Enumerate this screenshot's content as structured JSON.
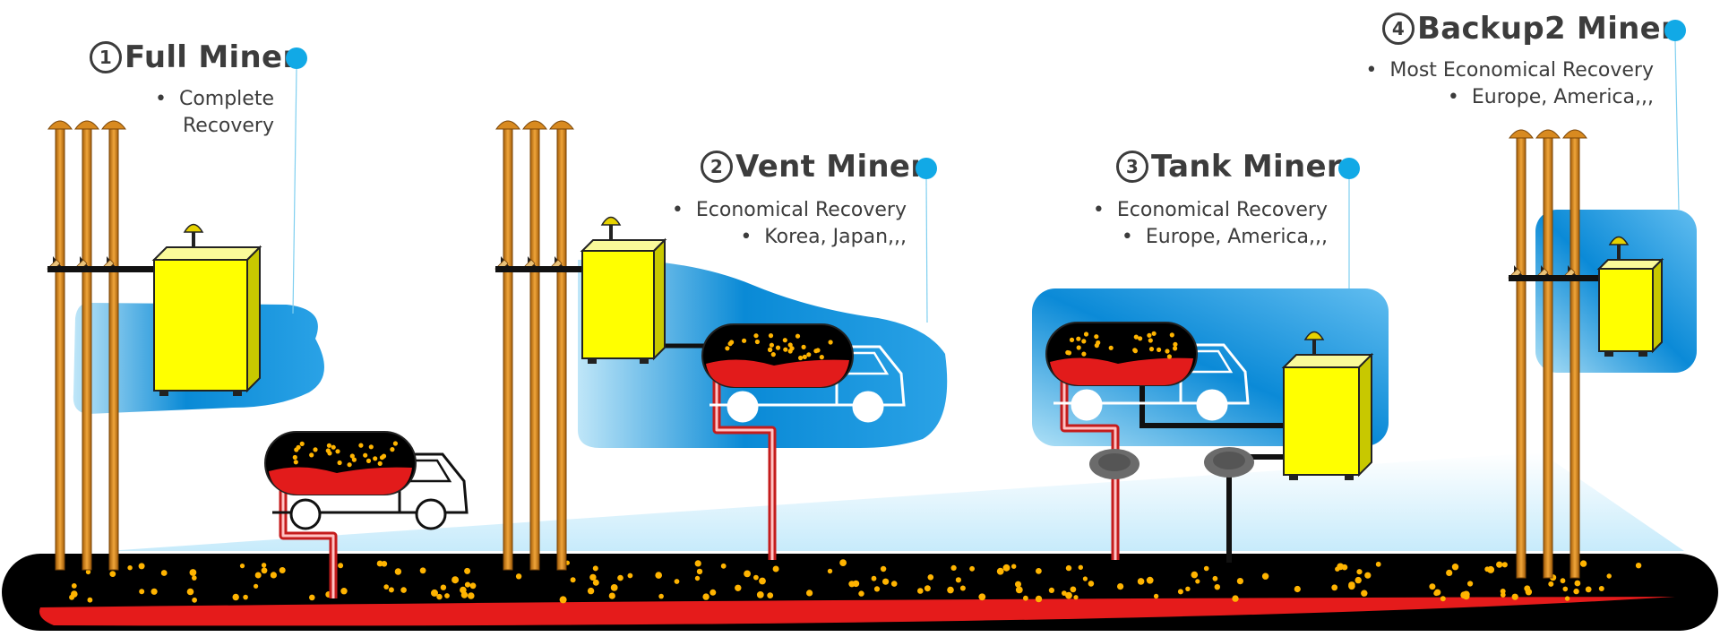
{
  "miners": [
    {
      "number": "1",
      "name": "Full Miner",
      "bullets": [
        "Complete",
        "Recovery"
      ]
    },
    {
      "number": "2",
      "name": "Vent Miner",
      "bullets": [
        "Economical Recovery",
        "Korea, Japan,,,"
      ]
    },
    {
      "number": "3",
      "name": "Tank Miner",
      "bullets": [
        "Economical Recovery",
        "Europe, America,,,"
      ]
    },
    {
      "number": "4",
      "name": "Backup2 Miner",
      "bullets": [
        "Most Economical Recovery",
        "Europe, America,,,"
      ]
    }
  ],
  "colors": {
    "accent_dot": "#11a9e6",
    "zone_blue": "#0a8ad6",
    "pipe_oil": "#e2262a",
    "cabinet": "#ffff00",
    "pole": "#d58a1f",
    "particles": "#ffb400"
  }
}
